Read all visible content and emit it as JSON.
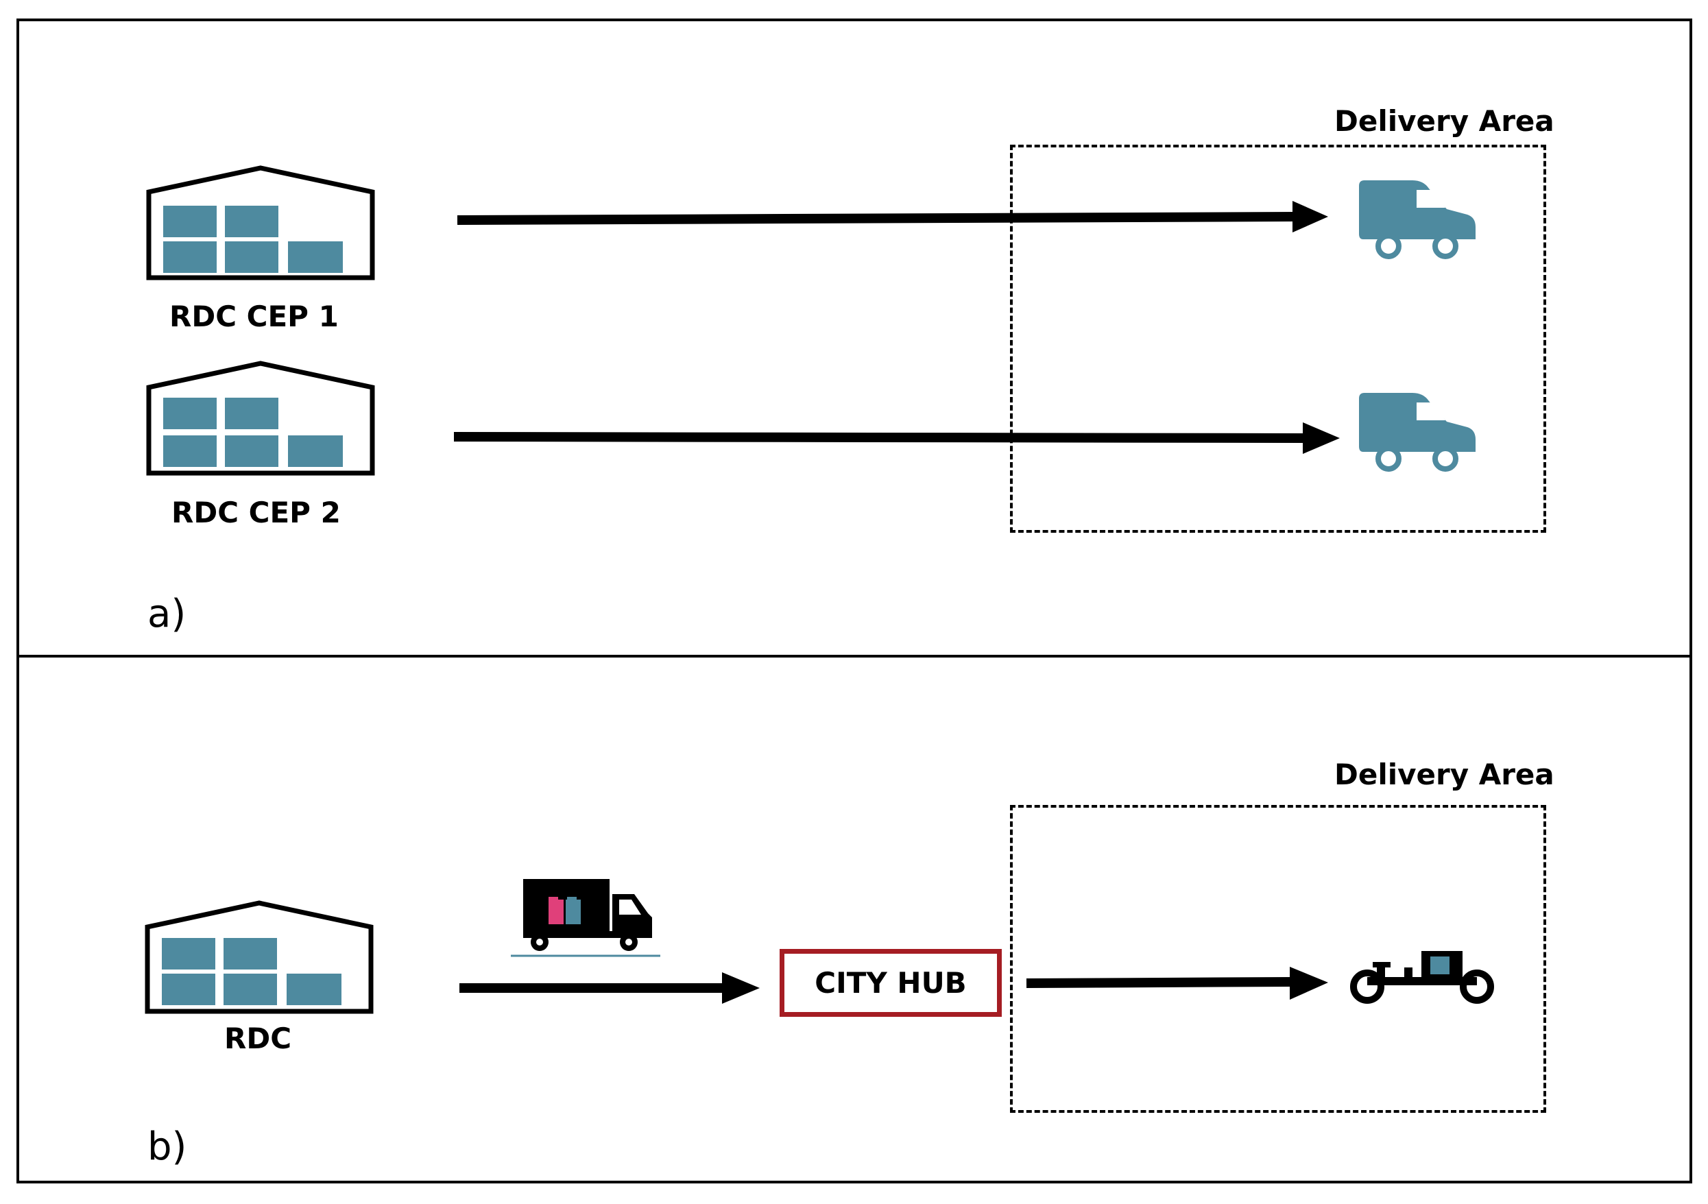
{
  "panel_a": {
    "label": "a)",
    "delivery_area_label": "Delivery Area",
    "depots": [
      {
        "label": "RDC CEP 1",
        "icon": "warehouse-icon"
      },
      {
        "label": "RDC CEP 2",
        "icon": "warehouse-icon"
      }
    ],
    "vehicles": [
      "delivery-van-icon",
      "delivery-van-icon"
    ]
  },
  "panel_b": {
    "label": "b)",
    "delivery_area_label": "Delivery Area",
    "depot": {
      "label": "RDC",
      "icon": "warehouse-icon"
    },
    "transport_icon": "truck-icon",
    "hub_label": "CITY HUB",
    "last_mile_icon": "cargo-bike-icon"
  },
  "colors": {
    "icon_teal": "#4e8a9f",
    "hub_border": "#a51d23",
    "parcel_pink": "#e0407a",
    "parcel_blue": "#4e8a9f",
    "line": "#000000"
  }
}
